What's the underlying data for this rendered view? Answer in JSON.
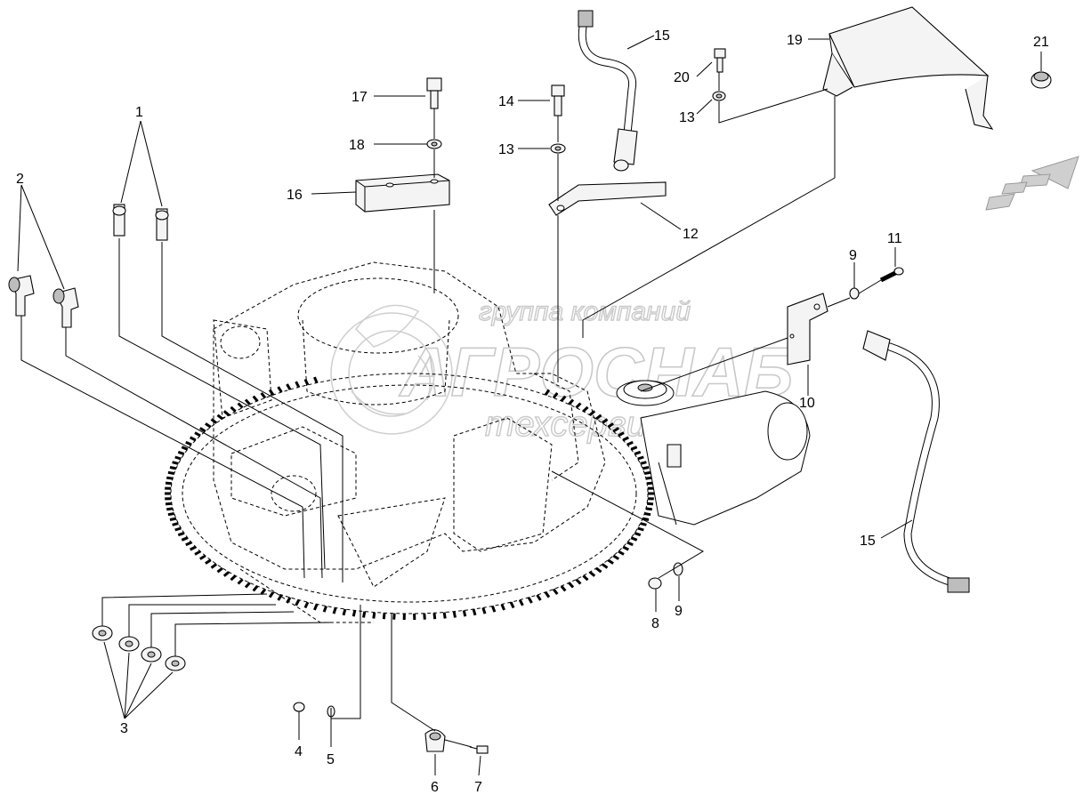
{
  "watermark": {
    "line1": "группа компаний",
    "line2": "АГРОСНАБ",
    "line3": "техсервис"
  },
  "callouts": {
    "c1": "1",
    "c2": "2",
    "c3": "3",
    "c4": "4",
    "c5": "5",
    "c6": "6",
    "c7": "7",
    "c8": "8",
    "c9a": "9",
    "c9b": "9",
    "c10": "10",
    "c11": "11",
    "c12": "12",
    "c13a": "13",
    "c13b": "13",
    "c14": "14",
    "c15a": "15",
    "c15b": "15",
    "c16": "16",
    "c17": "17",
    "c18": "18",
    "c19": "19",
    "c20": "20",
    "c21": "21"
  },
  "icons": {
    "direction_arrow": "forward-direction-arrow-icon",
    "logo": "agrosnab-gear-logo-icon"
  }
}
